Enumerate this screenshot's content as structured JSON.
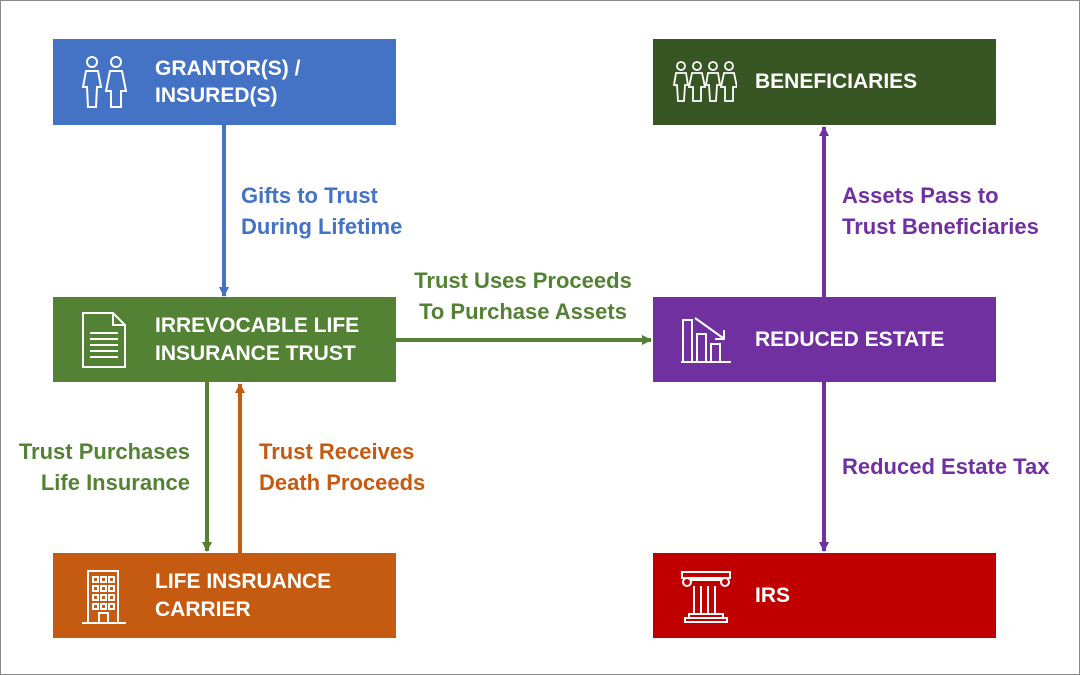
{
  "boxes": {
    "grantor": {
      "label_line1": "GRANTOR(S) /",
      "label_line2": "INSURED(S)",
      "color": "#4472C4",
      "icon": "couple-icon"
    },
    "ilit": {
      "label_line1": "IRREVOCABLE LIFE",
      "label_line2": "INSURANCE TRUST",
      "color": "#548235",
      "icon": "document-icon"
    },
    "carrier": {
      "label_line1": "LIFE INSRUANCE",
      "label_line2": "CARRIER",
      "color": "#C55A11",
      "icon": "building-icon"
    },
    "beneficiaries": {
      "label": "BENEFICIARIES",
      "color": "#375623",
      "icon": "family-icon"
    },
    "estate": {
      "label": "REDUCED ESTATE",
      "color": "#7030A0",
      "icon": "declining-chart-icon"
    },
    "irs": {
      "label": "IRS",
      "color": "#C00000",
      "icon": "column-icon"
    }
  },
  "flows": {
    "gifts": {
      "line1": "Gifts to Trust",
      "line2": "During Lifetime",
      "color": "#4472C4"
    },
    "proceeds": {
      "line1": "Trust Uses Proceeds",
      "line2": "To Purchase Assets",
      "color": "#548235"
    },
    "purchases": {
      "line1": "Trust Purchases",
      "line2": "Life Insurance",
      "color": "#548235"
    },
    "receives": {
      "line1": "Trust Receives",
      "line2": "Death Proceeds",
      "color": "#C55A11"
    },
    "assets_pass": {
      "line1": "Assets Pass to",
      "line2": "Trust Beneficiaries",
      "color": "#7030A0"
    },
    "reduced_tax": {
      "line1": "Reduced Estate Tax",
      "color": "#7030A0"
    }
  }
}
